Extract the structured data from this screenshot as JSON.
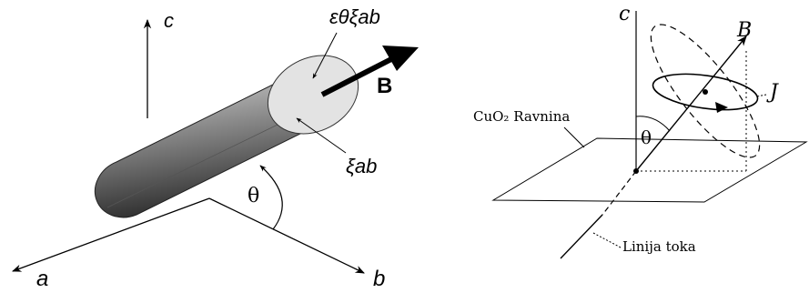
{
  "left_figure": {
    "axes": {
      "c": "c",
      "a": "a",
      "b": "b"
    },
    "labels": {
      "epsilon_xi": "εθξab",
      "field": "B",
      "xi": "ξab",
      "theta": "θ"
    },
    "fill_colors": {
      "cylinder_dark": "#3c3c3c",
      "cylinder_light": "#d6d6d6",
      "end_cap": "#e3e3e3"
    }
  },
  "right_figure": {
    "axis_c": "c",
    "field": "B",
    "current": "J",
    "theta": "θ",
    "plane_label": "CuO₂ Ravnina",
    "flux_line_label": "Linija toka"
  }
}
